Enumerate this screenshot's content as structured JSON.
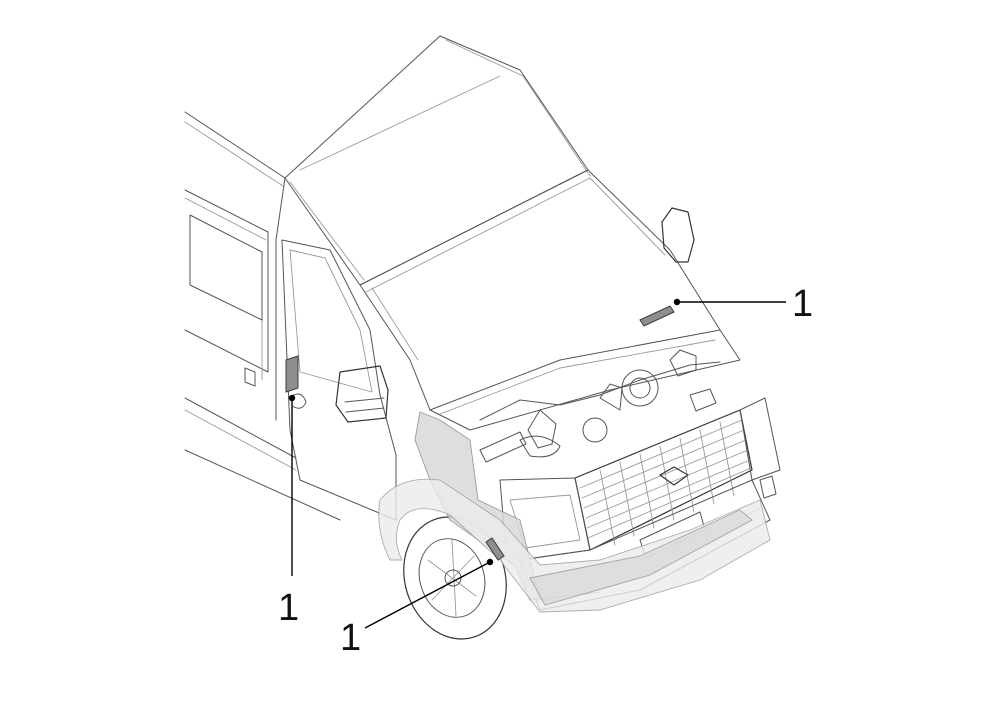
{
  "callouts": [
    {
      "number": "1"
    },
    {
      "number": "1"
    },
    {
      "number": "1"
    }
  ],
  "colors": {
    "outline": "#555555",
    "shaded_parts": "#d9d9d9",
    "label_plate": "#8e8e8e",
    "leader_line": "#000000"
  }
}
